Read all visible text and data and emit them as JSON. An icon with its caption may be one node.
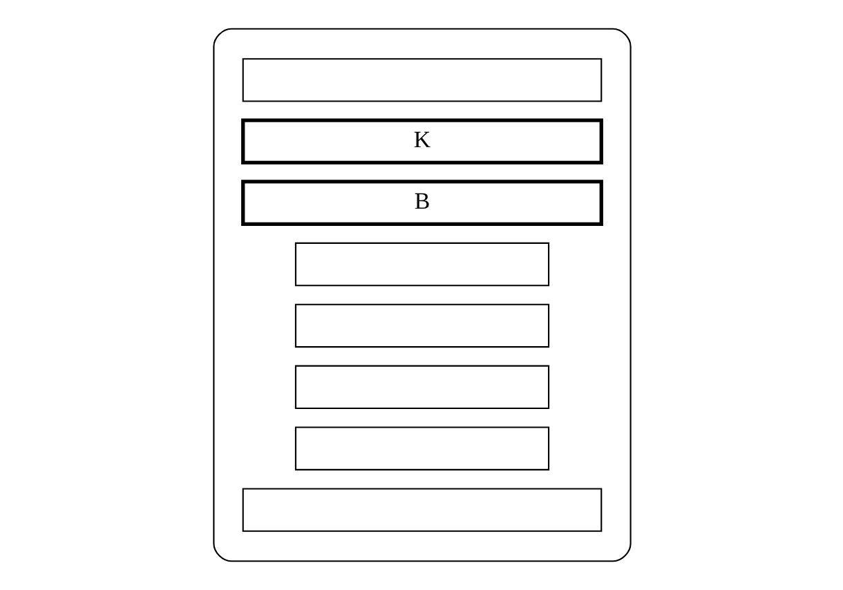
{
  "diagram": {
    "nodes": [
      {
        "text": [],
        "shape": "box"
      },
      {
        "text": [],
        "shape": "box",
        "in": 0
      },
      {
        "text": [
          "K"
        ],
        "in": 0
      },
      {
        "text": [
          "B"
        ],
        "in": 0
      },
      {
        "text": [],
        "shape": "box",
        "in": 0
      },
      {
        "text": [],
        "shape": "box",
        "in": 0
      },
      {
        "text": [],
        "shape": "box",
        "in": 0
      },
      {
        "text": [],
        "shape": "box",
        "in": 0
      },
      {
        "text": [],
        "shape": "box",
        "in": 0
      }
    ]
  }
}
